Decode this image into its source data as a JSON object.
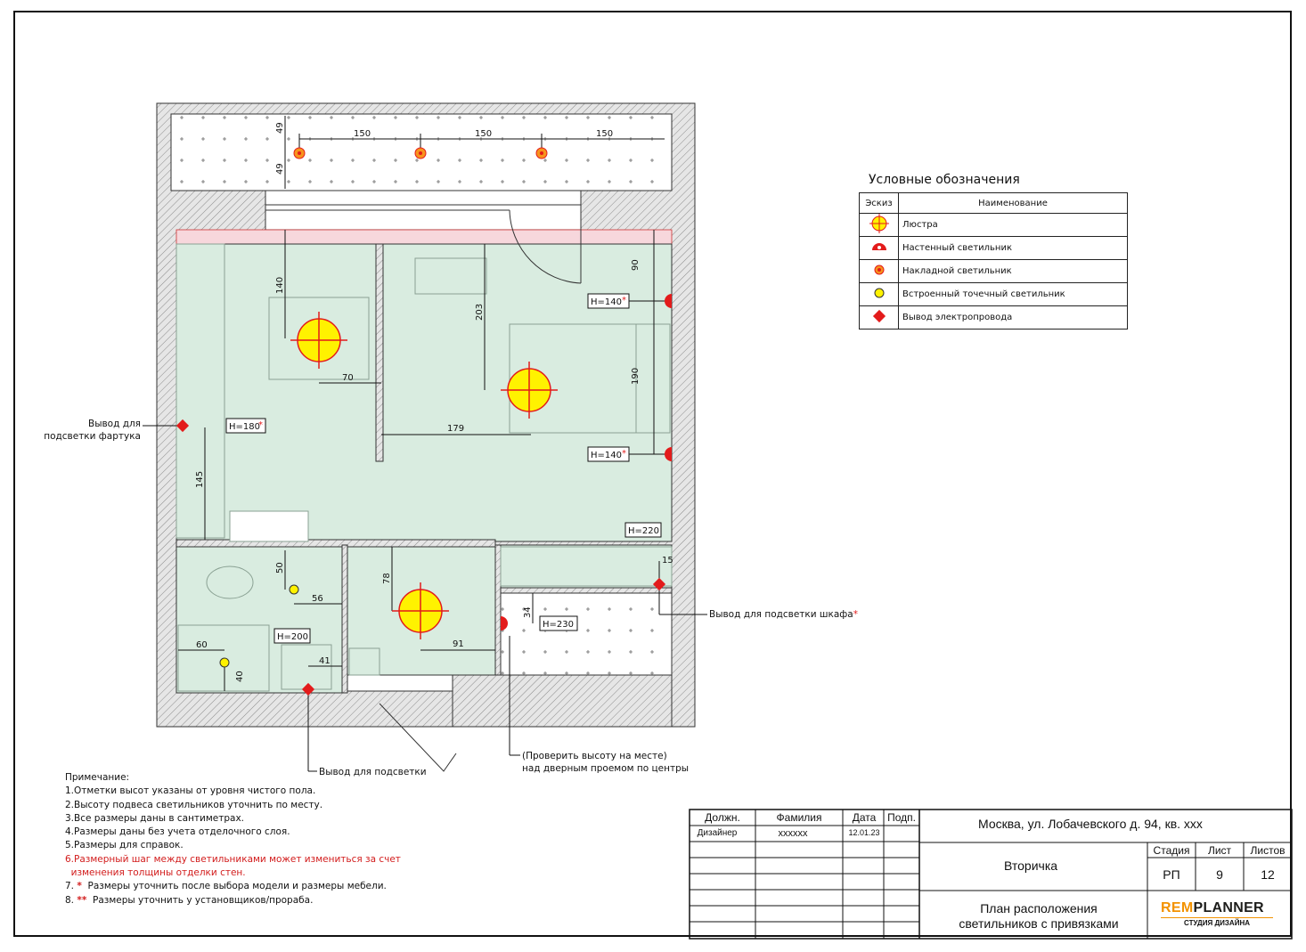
{
  "legend": {
    "title": "Условные обозначения",
    "col_sketch": "Эскиз",
    "col_name": "Наименование",
    "items": [
      {
        "icon": "chandelier-icon",
        "label": "Люстра"
      },
      {
        "icon": "wall-light-icon",
        "label": "Настенный светильник"
      },
      {
        "icon": "surface-light-icon",
        "label": "Накладной светильник"
      },
      {
        "icon": "spot-light-icon",
        "label": "Встроенный точечный светильник"
      },
      {
        "icon": "wire-outlet-icon",
        "label": "Вывод электропровода"
      }
    ]
  },
  "dimensions": {
    "d49a": "49",
    "d49b": "49",
    "d150a": "150",
    "d150b": "150",
    "d150c": "150",
    "d140": "140",
    "d70": "70",
    "d203": "203",
    "d179": "179",
    "d90": "90",
    "d190": "190",
    "d145": "145",
    "d50": "50",
    "d56": "56",
    "d78": "78",
    "d91": "91",
    "d34": "34",
    "d15": "15",
    "d60": "60",
    "d40": "40",
    "d41": "41"
  },
  "heights": {
    "h140a": "H=140",
    "h140b": "H=140",
    "h180": "H=180",
    "h220": "H=220",
    "h230": "H=230",
    "h200": "H=200",
    "star": "*"
  },
  "callouts": {
    "apron": "Вывод для\nподсветки фартука",
    "wardrobe": "Вывод для подсветки шкафа",
    "light": "Вывод для подсветки",
    "check": "(Проверить высоту на месте)\nнад дверным проемом по центры"
  },
  "notes": {
    "title": "Примечание:",
    "n1": " 1.Отметки высот указаны от уровня чистого пола.",
    "n2": " 2.Высоту подвеса светильников уточнить по месту.",
    "n3": " 3.Все размеры даны в сантиметрах.",
    "n4": "4.Размеры даны без учета отделочного слоя.",
    "n5": "5.Размеры для справок.",
    "n6a": "6.Размерный шаг между светильниками может измениться за счет",
    "n6b": "  изменения толщины отделки стен.",
    "n7num": "7. ",
    "n7star": "*",
    "n7": "  Размеры уточнить после выбора модели и размеры мебели.",
    "n8num": "8. ",
    "n8star": "**",
    "n8": "  Размеры уточнить у установщиков/прораба."
  },
  "title_block": {
    "h_role": "Должн.",
    "h_surname": "Фамилия",
    "h_date": "Дата",
    "h_sign": "Подп.",
    "role": "Дизайнер",
    "surname": "xxxxxx",
    "date": "12.01.23",
    "address": "Москва, ул. Лобачевского д. 94, кв. ххх",
    "stage_name": "Вторичка",
    "h_stage": "Стадия",
    "h_sheet": "Лист",
    "h_sheets": "Листов",
    "stage": "РП",
    "sheet": "9",
    "sheets": "12",
    "sheet_title": "План расположения\nсветильников с привязками",
    "logo_a": "REM",
    "logo_b": "PLANNER",
    "logo_sub": "СТУДИЯ ДИЗАЙНА"
  },
  "colors": {
    "floor": "#d9ece0",
    "wall": "#9a9a9a",
    "accent_red": "#e31b1b",
    "accent_yellow": "#fff200",
    "logo_orange": "#f39200"
  }
}
